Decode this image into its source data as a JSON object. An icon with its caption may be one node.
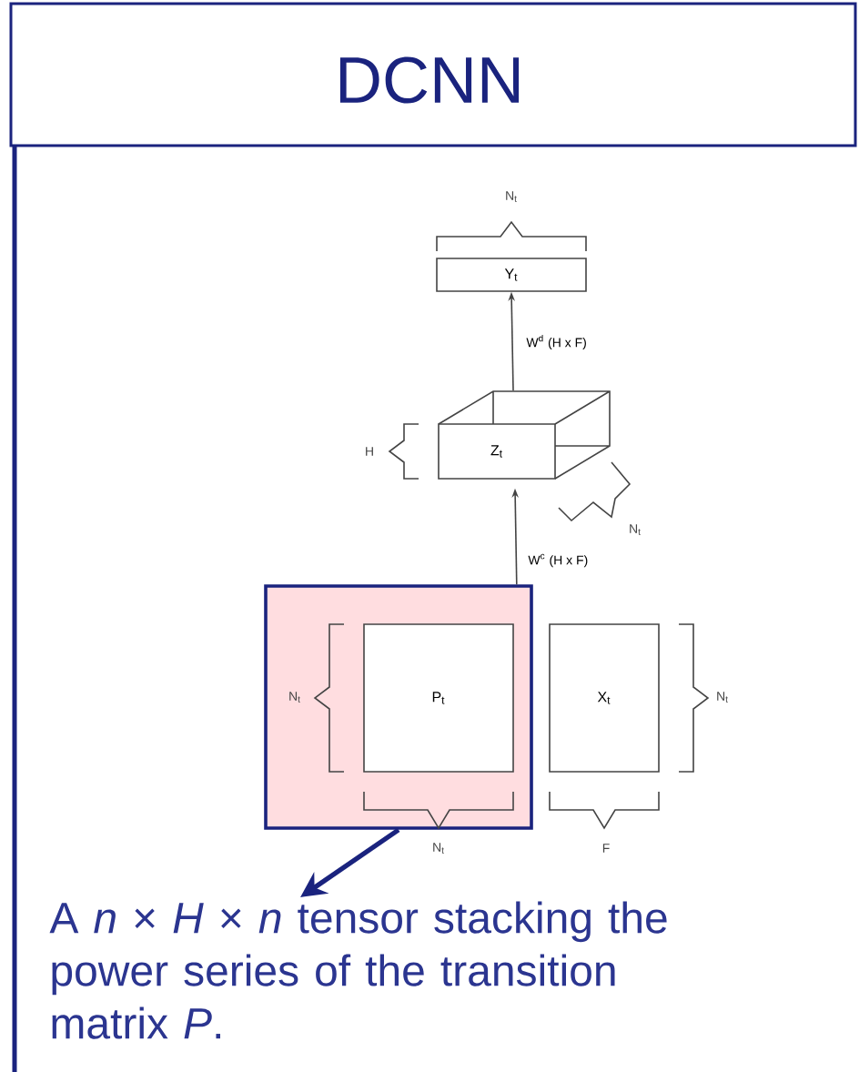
{
  "diagram": {
    "title": "DCNN",
    "nodes": [
      {
        "text": [
          "Y$_{t}$"
        ]
      },
      {
        "text": [
          "Z$_{t}$"
        ]
      },
      {
        "text": [],
        "shape": "box"
      },
      {
        "text": [
          "P$_{t}$"
        ],
        "in": 2
      },
      {
        "text": [
          "X$_{t}$"
        ]
      },
      {
        "text": [
          "A *n* × *H* × *n* tensor stacking the power series of the transition matrix *P*."
        ]
      }
    ],
    "edges": [
      {
        "from": 1,
        "to": 0,
        "arrow": "to",
        "label": "W$^{d}$ (H x F)"
      },
      {
        "from": 2,
        "to": 1,
        "arrow": "to",
        "label": "W$^{c}$ (H x F)"
      },
      {
        "from": 2,
        "to": 5,
        "arrow": "to",
        "style": "thick",
        "color": "#1a237e"
      }
    ],
    "labels": [
      "N$_{t}$",
      "H",
      "N$_{t}$",
      "N$_{t}$",
      "N$_{t}$",
      "N$_{t}$",
      "F"
    ]
  }
}
